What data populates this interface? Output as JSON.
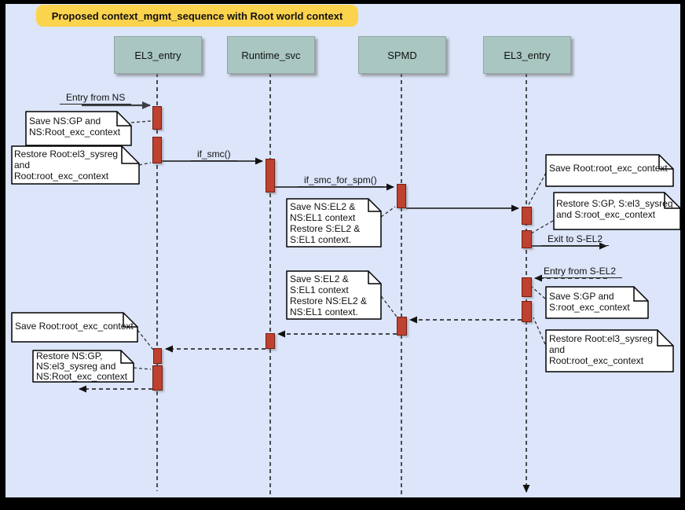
{
  "title": {
    "text": "Proposed context_mgmt_sequence with Root world context"
  },
  "actors": [
    {
      "label": "EL3_entry"
    },
    {
      "label": "Runtime_svc"
    },
    {
      "label": "SPMD"
    },
    {
      "label": "EL3_entry"
    }
  ],
  "messages": {
    "entry_from_ns": "Entry from NS",
    "if_smc": "if_smc()",
    "if_smc_for_spm": "if_smc_for_spm()",
    "exit_to_s_el2": "Exit to S-EL2",
    "entry_from_s_el2": "Entry from S-EL2"
  },
  "notes": {
    "save_ns_gp": "Save NS:GP and\nNS:Root_exc_context",
    "restore_root_el3_sysreg_left": "Restore Root:el3_sysreg\nand\nRoot:root_exc_context",
    "save_ns_el2": "Save NS:EL2 &\nNS:EL1 context\nRestore S:EL2 &\nS:EL1 context.",
    "save_root_exc_right": "Save Root:root_exc_context",
    "restore_s_gp": "Restore S:GP, S:el3_sysreg\nand S:root_exc_context",
    "save_s_gp": "Save S:GP and\nS:root_exc_context",
    "restore_root_el3_sysreg_right": "Restore Root:el3_sysreg\nand\nRoot:root_exc_context",
    "save_s_el2": "Save S:EL2 &\nS:EL1 context\nRestore NS:EL2 &\nNS:EL1 context.",
    "save_root_exc_left": "Save Root:root_exc_context",
    "restore_ns_gp": "Restore NS:GP,\nNS:el3_sysreg and\nNS:Root_exc_context"
  },
  "colors": {
    "background": "#dce5f9",
    "frame": "#000000",
    "title_banner": "#fcd34d",
    "actor_fill": "#a9c6c1",
    "actor_border": "#8fa7a3",
    "activation_fill": "#bf4130",
    "activation_border": "#741f14",
    "note_fill": "#ffffff",
    "entry_arrow": "#54585c",
    "line": "#000000"
  }
}
